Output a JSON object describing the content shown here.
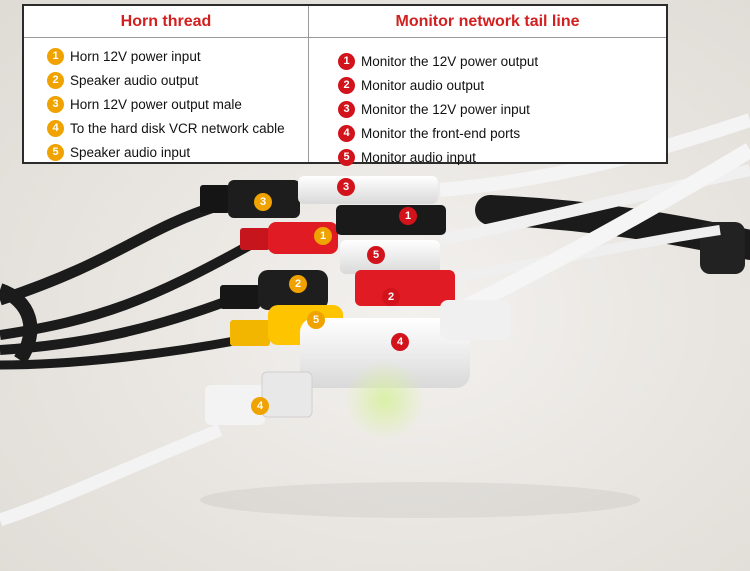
{
  "colors": {
    "orange": "#f0a200",
    "red": "#d2131c",
    "header": "#d21f1f",
    "cable_black": "#1b1b1b",
    "cable_white": "#f4f4f4"
  },
  "legend": {
    "left": {
      "title": "Horn thread",
      "items": [
        {
          "n": "1",
          "text": "Horn 12V power input"
        },
        {
          "n": "2",
          "text": "Speaker audio output"
        },
        {
          "n": "3",
          "text": "Horn 12V power output male"
        },
        {
          "n": "4",
          "text": "To the hard disk VCR network cable"
        },
        {
          "n": "5",
          "text": "Speaker audio input"
        }
      ]
    },
    "right": {
      "title": "Monitor network tail line",
      "items": [
        {
          "n": "1",
          "text": "Monitor the 12V power output"
        },
        {
          "n": "2",
          "text": "Monitor audio output"
        },
        {
          "n": "3",
          "text": "Monitor the 12V power input"
        },
        {
          "n": "4",
          "text": "Monitor the front-end ports"
        },
        {
          "n": "5",
          "text": "Monitor audio input"
        }
      ]
    }
  },
  "photo_tags": [
    {
      "n": "3",
      "style": "orange"
    },
    {
      "n": "3",
      "style": "red"
    },
    {
      "n": "1",
      "style": "red"
    },
    {
      "n": "1",
      "style": "orange"
    },
    {
      "n": "5",
      "style": "red"
    },
    {
      "n": "2",
      "style": "orange"
    },
    {
      "n": "2",
      "style": "red"
    },
    {
      "n": "5",
      "style": "orange"
    },
    {
      "n": "4",
      "style": "red"
    },
    {
      "n": "4",
      "style": "orange"
    }
  ]
}
